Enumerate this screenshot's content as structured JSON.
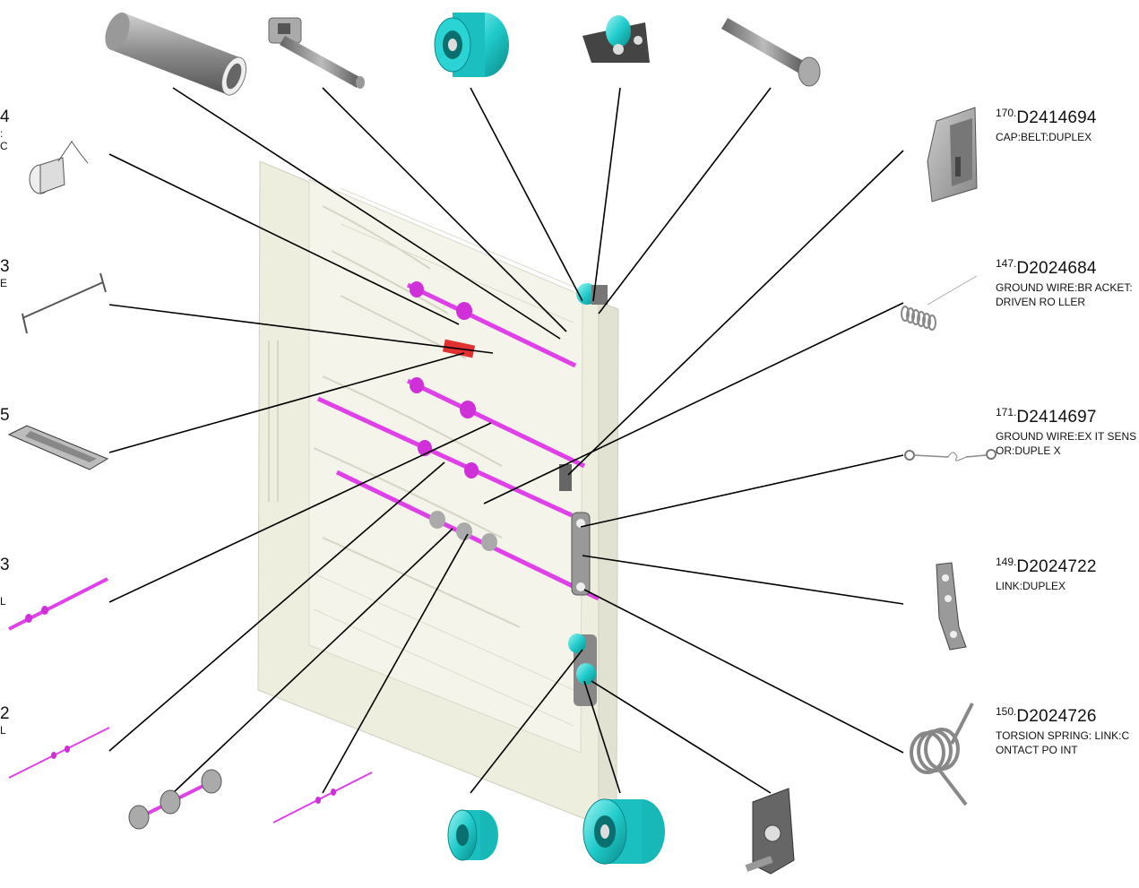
{
  "diagram": {
    "colors": {
      "leader": "#000000",
      "highlight_shaft": "#e040e8",
      "highlight_roller": "#2ad4d4",
      "metal_part": "#8c8c8c",
      "frame": "#e6e6d6",
      "red_part": "#e03030"
    },
    "right_callouts": [
      {
        "ref": "170.",
        "part_no": "D2414694",
        "description": "CAP:BELT:DUPLEX"
      },
      {
        "ref": "147.",
        "part_no": "D2024684",
        "description": "GROUND WIRE:BR ACKET:DRIVEN RO LLER"
      },
      {
        "ref": "171.",
        "part_no": "D2414697",
        "description": "GROUND WIRE:EX IT SENSOR:DUPLE X"
      },
      {
        "ref": "149.",
        "part_no": "D2024722",
        "description": "LINK:DUPLEX"
      },
      {
        "ref": "150.",
        "part_no": "D2024726",
        "description": "TORSION SPRING: LINK:CONTACT PO INT"
      }
    ],
    "left_clipped": [
      {
        "digit": "4",
        "text": ":",
        "text2": "C"
      },
      {
        "digit": "3",
        "text": "E",
        "text2": ""
      },
      {
        "digit": "5",
        "text": "",
        "text2": ""
      },
      {
        "digit": "3",
        "text": "L",
        "text2": ""
      },
      {
        "digit": "2",
        "text": "L",
        "text2": ""
      }
    ],
    "icons": [
      "sleeve-icon",
      "shaft-pin-icon",
      "roller-gear-icon",
      "bracket-roller-icon",
      "pin-icon",
      "cap-icon",
      "ground-wire-coil-icon",
      "ground-wire-eyelet-icon",
      "link-icon",
      "torsion-spring-icon",
      "spring-icon",
      "wire-rod-icon",
      "plate-icon",
      "shaft-icon",
      "shaft-icon",
      "roller-shaft-icon",
      "shaft-icon",
      "roller-icon",
      "roller-large-icon",
      "bracket-icon"
    ]
  }
}
